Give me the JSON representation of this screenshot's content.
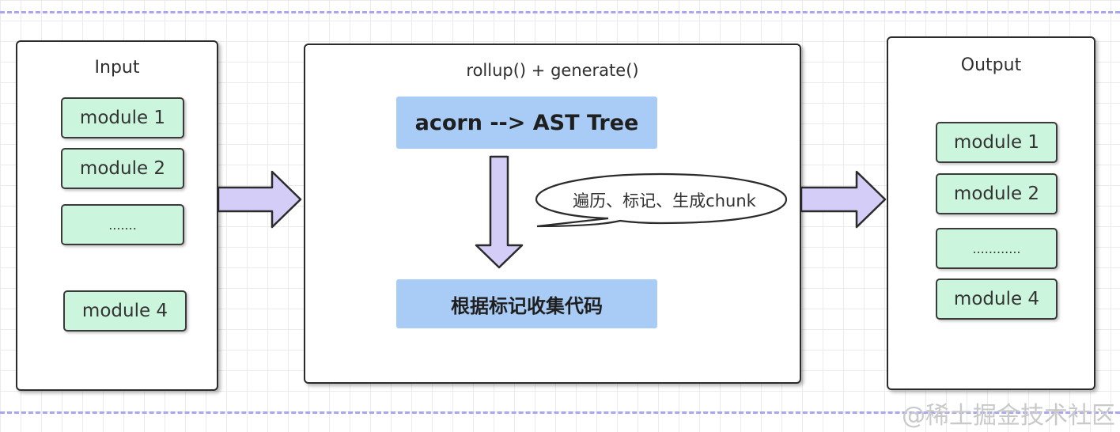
{
  "input": {
    "title": "Input",
    "modules": [
      "module 1",
      "module 2",
      ".......",
      "module 4"
    ]
  },
  "process": {
    "title": "rollup() + generate()",
    "step1": "acorn --> AST Tree",
    "note": "遍历、标记、生成chunk",
    "step2": "根据标记收集代码"
  },
  "output": {
    "title": "Output",
    "modules": [
      "module 1",
      "module 2",
      "............",
      "module 4"
    ]
  },
  "watermark": "@稀土掘金技术社区",
  "colors": {
    "module_fill": "#ccf5dd",
    "step_fill": "#a8ccf5",
    "arrow_fill": "#d4cdf7",
    "arrow_stroke": "#2b2b2b",
    "dashed_border": "#a8a6f0"
  }
}
